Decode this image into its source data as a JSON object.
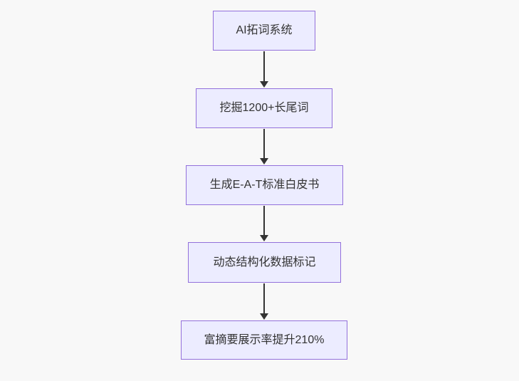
{
  "flowchart": {
    "direction": "top-down",
    "nodes": [
      {
        "label": "AI拓词系统"
      },
      {
        "label": "挖掘1200+长尾词"
      },
      {
        "label": "生成E-A-T标准白皮书"
      },
      {
        "label": "动态结构化数据标记"
      },
      {
        "label": "富摘要展示率提升210%"
      }
    ],
    "edges": [
      {
        "from": 0,
        "to": 1
      },
      {
        "from": 1,
        "to": 2
      },
      {
        "from": 2,
        "to": 3
      },
      {
        "from": 3,
        "to": 4
      }
    ],
    "colors": {
      "background": "#f8f8f8",
      "node_fill": "#ECECFF",
      "node_border": "#9370DB",
      "text": "#333333",
      "arrow": "#333333"
    }
  }
}
